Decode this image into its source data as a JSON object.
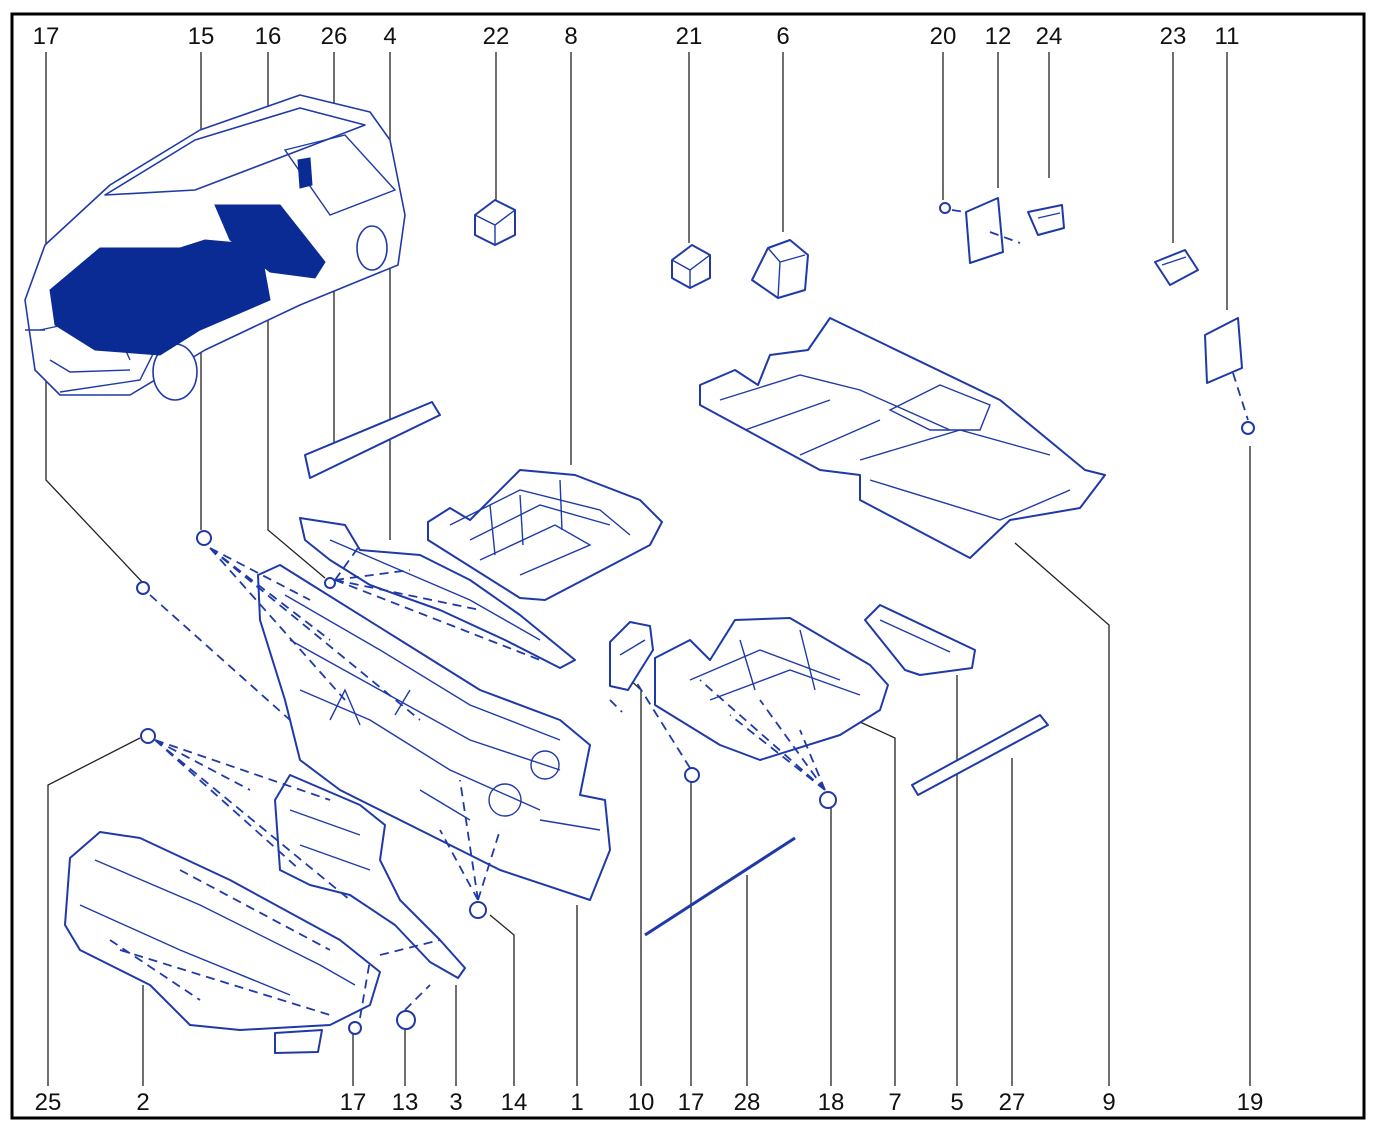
{
  "diagram": {
    "labels_top": [
      "17",
      "15",
      "16",
      "26",
      "4",
      "22",
      "8",
      "21",
      "6",
      "20",
      "12",
      "24",
      "23",
      "11"
    ],
    "labels_bottom": [
      "25",
      "2",
      "17",
      "13",
      "3",
      "14",
      "1",
      "10",
      "17",
      "28",
      "18",
      "7",
      "5",
      "27",
      "9",
      "19"
    ],
    "colors": {
      "line": "#1f3aa8",
      "insulation_fill": "#0a2a94",
      "text": "#111111"
    }
  }
}
